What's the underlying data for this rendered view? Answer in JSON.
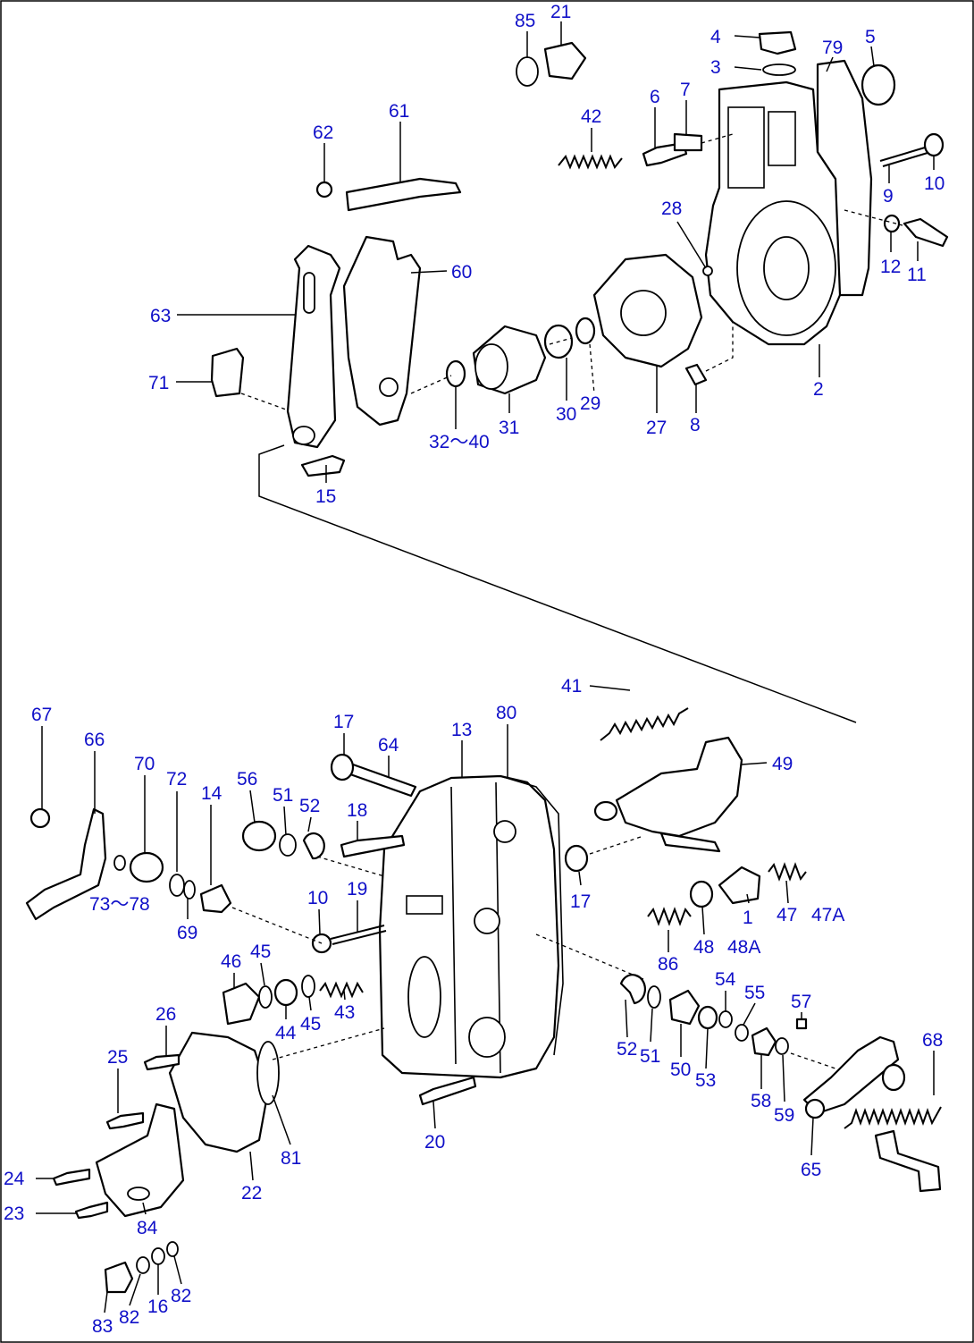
{
  "diagram": {
    "callouts": [
      "85",
      "21",
      "4",
      "3",
      "79",
      "5",
      "42",
      "6",
      "7",
      "62",
      "61",
      "9",
      "10",
      "28",
      "12",
      "11",
      "63",
      "60",
      "71",
      "32～40",
      "31",
      "30",
      "29",
      "27",
      "8",
      "2",
      "15",
      "67",
      "66",
      "70",
      "72",
      "14",
      "73～78",
      "69",
      "17",
      "64",
      "13",
      "80",
      "41",
      "49",
      "56",
      "51",
      "52",
      "18",
      "17",
      "10",
      "19",
      "1",
      "47",
      "47A",
      "46",
      "45",
      "44",
      "45",
      "43",
      "48",
      "48A",
      "86",
      "54",
      "55",
      "57",
      "68",
      "26",
      "25",
      "24",
      "23",
      "84",
      "83",
      "82",
      "16",
      "82",
      "22",
      "81",
      "20",
      "52",
      "51",
      "50",
      "53",
      "58",
      "59",
      "65"
    ]
  }
}
